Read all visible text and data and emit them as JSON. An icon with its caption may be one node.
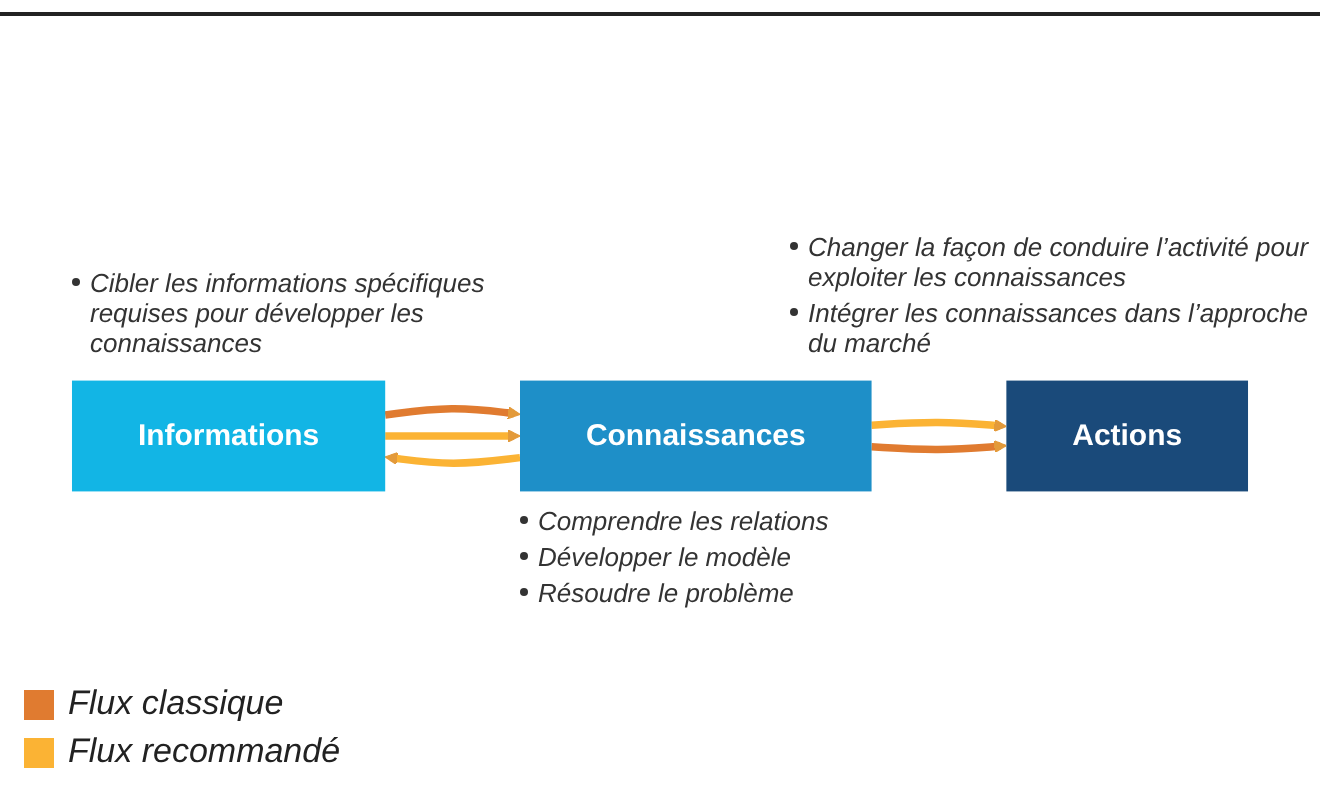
{
  "diagram": {
    "nodes": [
      {
        "text": [
          "Informations"
        ],
        "beside": [
          "Cibler les informations spécifiques requises pour développer les connaissances"
        ]
      },
      {
        "text": [
          "Connaissances"
        ],
        "beside": [
          "Comprendre les relations",
          "Développer le modèle",
          "Résoudre le problème"
        ]
      },
      {
        "text": [
          "Actions"
        ],
        "beside": [
          "Changer la façon de conduire l’activité pour exploiter les connaissances",
          "Intégrer les connaissances dans l’approche du marché"
        ]
      }
    ],
    "edges": [
      {
        "from": 0,
        "to": 1,
        "arrow": "to",
        "color": "#e07b30"
      },
      {
        "from": 0,
        "to": 1,
        "arrow": "to",
        "color": "#fbb334"
      },
      {
        "from": 1,
        "to": 0,
        "arrow": "to",
        "color": "#fbb334"
      },
      {
        "from": 1,
        "to": 2,
        "arrow": "to",
        "color": "#fbb334"
      },
      {
        "from": 1,
        "to": 2,
        "arrow": "to",
        "color": "#e07b30"
      }
    ],
    "legend": [
      {
        "text": "Flux classique",
        "color": "#e07b30"
      },
      {
        "text": "Flux recommandé",
        "color": "#fbb334"
      }
    ]
  }
}
